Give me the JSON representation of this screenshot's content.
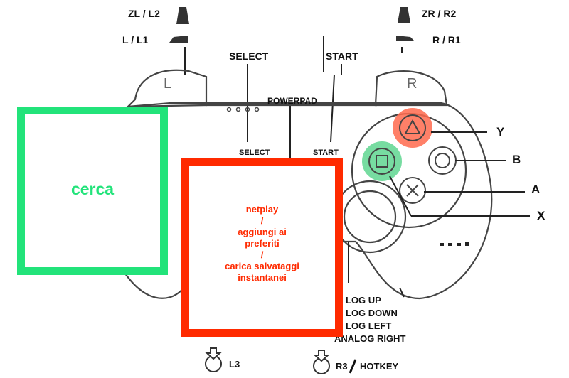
{
  "labels": {
    "zl_l2": "ZL / L2",
    "l_l1": "L / L1",
    "zr_r2": "ZR / R2",
    "r_r1": "R / R1",
    "select_top": "SELECT",
    "start_top": "START",
    "powerpad": "POWERPAD",
    "select_body": "SELECT",
    "start_body": "START",
    "y": "Y",
    "b": "B",
    "a": "A",
    "x": "X",
    "analog_up": "LOG UP",
    "analog_down": "LOG DOWN",
    "analog_left": "LOG LEFT",
    "analog_right": "ANALOG RIGHT",
    "l3": "L3",
    "r3": "R3",
    "hotkey": "HOTKEY",
    "shoulder_l": "L",
    "shoulder_r": "R"
  },
  "overlays": {
    "green": {
      "text": "cerca",
      "color": "#22e37a"
    },
    "red": {
      "color": "#ff2a00",
      "lines": [
        "netplay",
        "/",
        "aggiungi ai",
        "preferiti",
        "/",
        "carica salvataggi",
        "instantanei"
      ]
    }
  },
  "highlights": {
    "triangle_color": "#ff6a4d",
    "square_color": "#5fd690"
  }
}
